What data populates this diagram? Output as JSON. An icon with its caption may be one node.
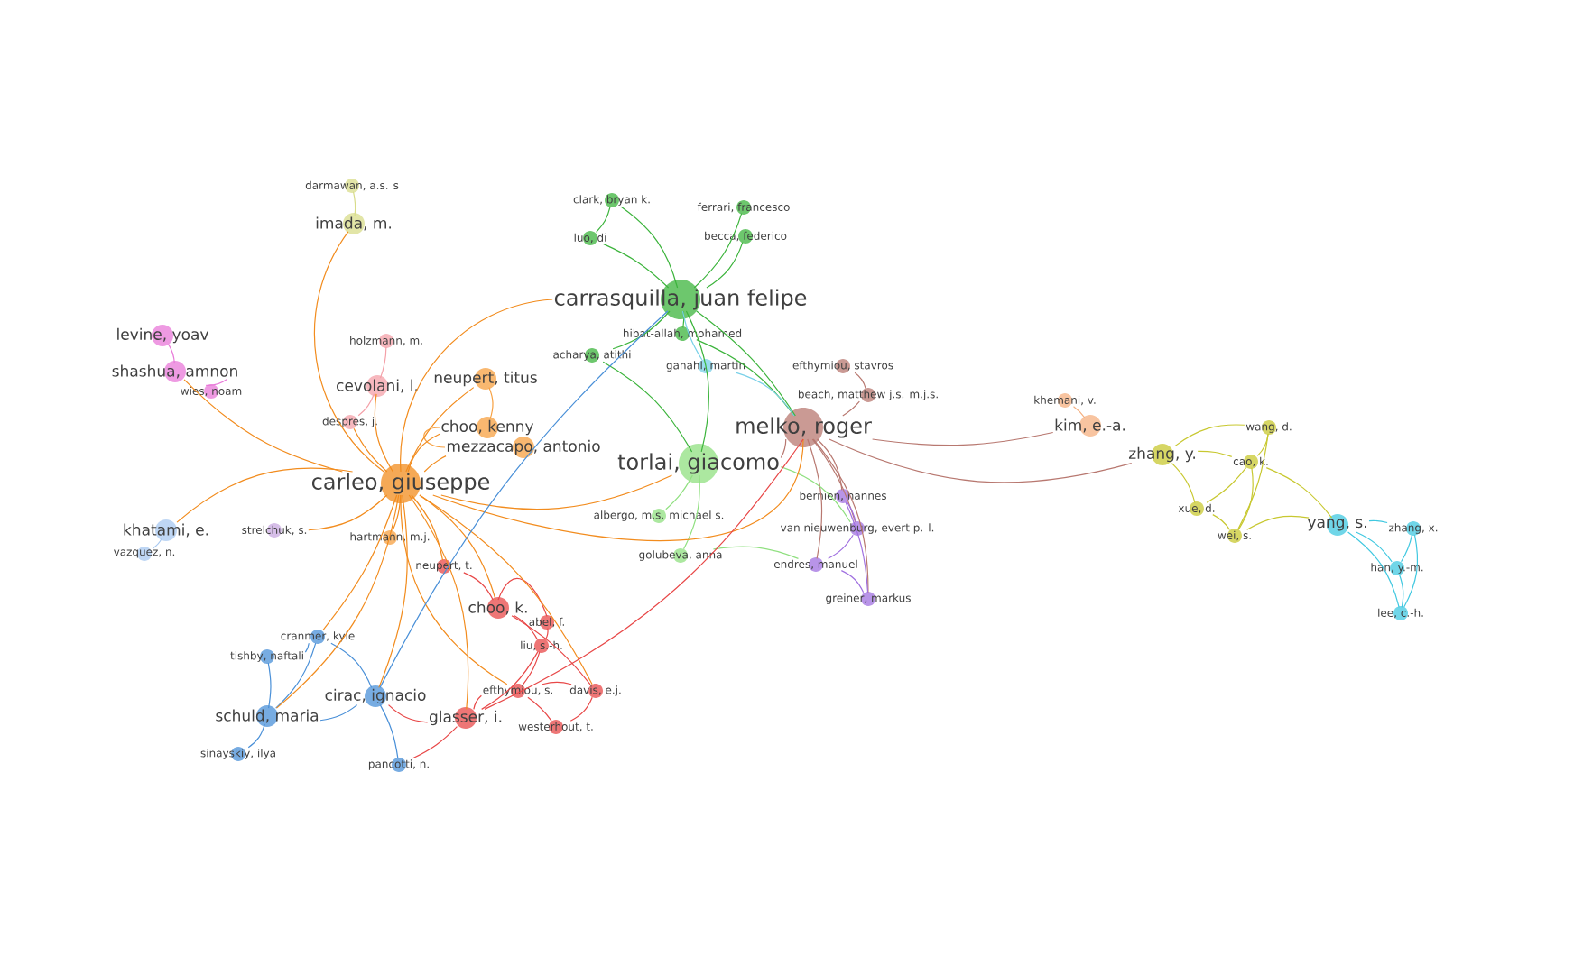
{
  "diagram": {
    "nodes": [
      {
        "text": [
          "darmawan, a.s. s"
        ]
      },
      {
        "text": [
          "imada, m."
        ]
      },
      {
        "text": [
          "levine, yoav"
        ]
      },
      {
        "text": [
          "shashua, amnon"
        ]
      },
      {
        "text": [
          "wies, noam"
        ]
      },
      {
        "text": [
          "holzmann, m."
        ]
      },
      {
        "text": [
          "cevolani, l."
        ]
      },
      {
        "text": [
          "despres, j."
        ]
      },
      {
        "text": [
          "neupert, titus"
        ]
      },
      {
        "text": [
          "choo, kenny"
        ]
      },
      {
        "text": [
          "mezzacapo, antonio"
        ]
      },
      {
        "text": [
          "carleo, giuseppe"
        ]
      },
      {
        "text": [
          "khatami, e."
        ]
      },
      {
        "text": [
          "vazquez, n."
        ]
      },
      {
        "text": [
          "strelchuk, s."
        ]
      },
      {
        "text": [
          "hartmann, m.j."
        ]
      },
      {
        "text": [
          "neupert, t."
        ]
      },
      {
        "text": [
          "choo, k."
        ]
      },
      {
        "text": [
          "abel, f."
        ]
      },
      {
        "text": [
          "liu, s.-h."
        ]
      },
      {
        "text": [
          "efthymiou, s."
        ]
      },
      {
        "text": [
          "davis, e.j."
        ]
      },
      {
        "text": [
          "westerhout, t."
        ]
      },
      {
        "text": [
          "glasser, i."
        ]
      },
      {
        "text": [
          "cranmer, kyle"
        ]
      },
      {
        "text": [
          "tishby, naftali"
        ]
      },
      {
        "text": [
          "cirac, ignacio"
        ]
      },
      {
        "text": [
          "schuld, maria"
        ]
      },
      {
        "text": [
          "sinayskiy, ilya"
        ]
      },
      {
        "text": [
          "pancotti, n."
        ]
      },
      {
        "text": [
          "clark, bryan k."
        ]
      },
      {
        "text": [
          "ferrari, francesco"
        ]
      },
      {
        "text": [
          "luo, di"
        ]
      },
      {
        "text": [
          "becca, federico"
        ]
      },
      {
        "text": [
          "carrasquilla, juan felipe"
        ]
      },
      {
        "text": [
          "hibat-allah, mohamed"
        ]
      },
      {
        "text": [
          "acharya, atithi"
        ]
      },
      {
        "text": [
          "ganahl, martin"
        ]
      },
      {
        "text": [
          "efthymiou, stavros"
        ]
      },
      {
        "text": [
          "beach, matthew j.s. m.j.s."
        ]
      },
      {
        "text": [
          "melko, roger"
        ]
      },
      {
        "text": [
          "torlai, giacomo"
        ]
      },
      {
        "text": [
          "albergo, m.s. michael s."
        ]
      },
      {
        "text": [
          "golubeva, anna"
        ]
      },
      {
        "text": [
          "bernien, hannes"
        ]
      },
      {
        "text": [
          "van nieuwenburg, evert p. l."
        ]
      },
      {
        "text": [
          "endres, manuel"
        ]
      },
      {
        "text": [
          "greiner, markus"
        ]
      },
      {
        "text": [
          "khemani, v."
        ]
      },
      {
        "text": [
          "kim, e.-a."
        ]
      },
      {
        "text": [
          "zhang, y."
        ]
      },
      {
        "text": [
          "wang, d."
        ]
      },
      {
        "text": [
          "cao, k."
        ]
      },
      {
        "text": [
          "xue, d."
        ]
      },
      {
        "text": [
          "wei, s."
        ]
      },
      {
        "text": [
          "yang, s."
        ]
      },
      {
        "text": [
          "zhang, x."
        ]
      },
      {
        "text": [
          "han, y.-m."
        ]
      },
      {
        "text": [
          "lee, c.-h."
        ]
      }
    ],
    "edges": [
      {
        "from": 0,
        "to": 1,
        "arrow": "none",
        "color": "#d8dc8a"
      },
      {
        "from": 2,
        "to": 3,
        "arrow": "none",
        "color": "#e878d8"
      },
      {
        "from": 3,
        "to": 4,
        "arrow": "none",
        "color": "#e878d8"
      },
      {
        "from": 5,
        "to": 6,
        "arrow": "none",
        "color": "#f4a0a8"
      },
      {
        "from": 6,
        "to": 7,
        "arrow": "none",
        "color": "#f4a0a8"
      },
      {
        "from": 8,
        "to": 9,
        "arrow": "none",
        "color": "#f7a040"
      },
      {
        "from": 9,
        "to": 10,
        "arrow": "none",
        "color": "#f7a040"
      },
      {
        "from": 12,
        "to": 13,
        "arrow": "none",
        "color": "#a8c8f0"
      },
      {
        "from": 16,
        "to": 17,
        "arrow": "none",
        "color": "#e84848"
      },
      {
        "from": 17,
        "to": 18,
        "arrow": "none",
        "color": "#e84848"
      },
      {
        "from": 17,
        "to": 19,
        "arrow": "none",
        "color": "#e84848"
      },
      {
        "from": 18,
        "to": 19,
        "arrow": "none",
        "color": "#e84848"
      },
      {
        "from": 19,
        "to": 20,
        "arrow": "none",
        "color": "#e84848"
      },
      {
        "from": 20,
        "to": 21,
        "arrow": "none",
        "color": "#e84848"
      },
      {
        "from": 21,
        "to": 22,
        "arrow": "none",
        "color": "#e84848"
      },
      {
        "from": 20,
        "to": 22,
        "arrow": "none",
        "color": "#e84848"
      },
      {
        "from": 19,
        "to": 23,
        "arrow": "none",
        "color": "#e84848"
      },
      {
        "from": 23,
        "to": 20,
        "arrow": "none",
        "color": "#e84848"
      },
      {
        "from": 17,
        "to": 21,
        "arrow": "none",
        "color": "#e84848"
      },
      {
        "from": 24,
        "to": 25,
        "arrow": "none",
        "color": "#4a90d8"
      },
      {
        "from": 24,
        "to": 26,
        "arrow": "none",
        "color": "#4a90d8"
      },
      {
        "from": 25,
        "to": 27,
        "arrow": "none",
        "color": "#4a90d8"
      },
      {
        "from": 26,
        "to": 27,
        "arrow": "none",
        "color": "#4a90d8"
      },
      {
        "from": 27,
        "to": 28,
        "arrow": "none",
        "color": "#4a90d8"
      },
      {
        "from": 26,
        "to": 29,
        "arrow": "none",
        "color": "#4a90d8"
      },
      {
        "from": 24,
        "to": 27,
        "arrow": "none",
        "color": "#4a90d8"
      },
      {
        "from": 23,
        "to": 26,
        "arrow": "none",
        "color": "#e84848"
      },
      {
        "from": 23,
        "to": 29,
        "arrow": "none",
        "color": "#e84848"
      },
      {
        "from": 30,
        "to": 32,
        "arrow": "none",
        "color": "#3cb43c"
      },
      {
        "from": 30,
        "to": 34,
        "arrow": "none",
        "color": "#3cb43c"
      },
      {
        "from": 32,
        "to": 34,
        "arrow": "none",
        "color": "#3cb43c"
      },
      {
        "from": 31,
        "to": 34,
        "arrow": "none",
        "color": "#3cb43c"
      },
      {
        "from": 33,
        "to": 34,
        "arrow": "none",
        "color": "#3cb43c"
      },
      {
        "from": 34,
        "to": 35,
        "arrow": "none",
        "color": "#3cb43c"
      },
      {
        "from": 34,
        "to": 36,
        "arrow": "none",
        "color": "#3cb43c"
      },
      {
        "from": 34,
        "to": 41,
        "arrow": "none",
        "color": "#3cb43c"
      },
      {
        "from": 34,
        "to": 40,
        "arrow": "none",
        "color": "#3cb43c"
      },
      {
        "from": 35,
        "to": 40,
        "arrow": "none",
        "color": "#3cb43c"
      },
      {
        "from": 37,
        "to": 40,
        "arrow": "none",
        "color": "#78d0e8"
      },
      {
        "from": 37,
        "to": 34,
        "arrow": "none",
        "color": "#78d0e8"
      },
      {
        "from": 36,
        "to": 41,
        "arrow": "none",
        "color": "#3cb43c"
      },
      {
        "from": 38,
        "to": 39,
        "arrow": "none",
        "color": "#b87870"
      },
      {
        "from": 39,
        "to": 40,
        "arrow": "none",
        "color": "#b87870"
      },
      {
        "from": 40,
        "to": 41,
        "arrow": "none",
        "color": "#b87870"
      },
      {
        "from": 40,
        "to": 44,
        "arrow": "none",
        "color": "#b87870"
      },
      {
        "from": 40,
        "to": 45,
        "arrow": "none",
        "color": "#b87870"
      },
      {
        "from": 40,
        "to": 46,
        "arrow": "none",
        "color": "#b87870"
      },
      {
        "from": 40,
        "to": 47,
        "arrow": "none",
        "color": "#b87870"
      },
      {
        "from": 41,
        "to": 42,
        "arrow": "none",
        "color": "#90e080"
      },
      {
        "from": 41,
        "to": 43,
        "arrow": "none",
        "color": "#90e080"
      },
      {
        "from": 41,
        "to": 45,
        "arrow": "none",
        "color": "#90e080"
      },
      {
        "from": 44,
        "to": 45,
        "arrow": "none",
        "color": "#a070e0"
      },
      {
        "from": 45,
        "to": 46,
        "arrow": "none",
        "color": "#a070e0"
      },
      {
        "from": 46,
        "to": 47,
        "arrow": "none",
        "color": "#a070e0"
      },
      {
        "from": 44,
        "to": 47,
        "arrow": "none",
        "color": "#a070e0"
      },
      {
        "from": 43,
        "to": 46,
        "arrow": "none",
        "color": "#90e080"
      },
      {
        "from": 40,
        "to": 49,
        "arrow": "none",
        "color": "#b87870"
      },
      {
        "from": 48,
        "to": 49,
        "arrow": "none",
        "color": "#f5b080"
      },
      {
        "from": 40,
        "to": 50,
        "arrow": "none",
        "color": "#b87870"
      },
      {
        "from": 50,
        "to": 51,
        "arrow": "none",
        "color": "#c8c830"
      },
      {
        "from": 50,
        "to": 52,
        "arrow": "none",
        "color": "#c8c830"
      },
      {
        "from": 50,
        "to": 53,
        "arrow": "none",
        "color": "#c8c830"
      },
      {
        "from": 51,
        "to": 52,
        "arrow": "none",
        "color": "#c8c830"
      },
      {
        "from": 52,
        "to": 53,
        "arrow": "none",
        "color": "#c8c830"
      },
      {
        "from": 53,
        "to": 54,
        "arrow": "none",
        "color": "#c8c830"
      },
      {
        "from": 52,
        "to": 54,
        "arrow": "none",
        "color": "#c8c830"
      },
      {
        "from": 51,
        "to": 54,
        "arrow": "none",
        "color": "#c8c830"
      },
      {
        "from": 52,
        "to": 55,
        "arrow": "none",
        "color": "#c8c830"
      },
      {
        "from": 54,
        "to": 55,
        "arrow": "none",
        "color": "#c8c830"
      },
      {
        "from": 55,
        "to": 56,
        "arrow": "none",
        "color": "#40c8e0"
      },
      {
        "from": 55,
        "to": 57,
        "arrow": "none",
        "color": "#40c8e0"
      },
      {
        "from": 55,
        "to": 58,
        "arrow": "none",
        "color": "#40c8e0"
      },
      {
        "from": 56,
        "to": 57,
        "arrow": "none",
        "color": "#40c8e0"
      },
      {
        "from": 57,
        "to": 58,
        "arrow": "none",
        "color": "#40c8e0"
      },
      {
        "from": 56,
        "to": 58,
        "arrow": "none",
        "color": "#40c8e0"
      },
      {
        "from": 11,
        "to": 1,
        "arrow": "none",
        "color": "#f28c1e"
      },
      {
        "from": 11,
        "to": 3,
        "arrow": "none",
        "color": "#f28c1e"
      },
      {
        "from": 11,
        "to": 6,
        "arrow": "none",
        "color": "#f28c1e"
      },
      {
        "from": 11,
        "to": 7,
        "arrow": "none",
        "color": "#f28c1e"
      },
      {
        "from": 11,
        "to": 8,
        "arrow": "none",
        "color": "#f28c1e"
      },
      {
        "from": 11,
        "to": 9,
        "arrow": "none",
        "color": "#f28c1e"
      },
      {
        "from": 11,
        "to": 10,
        "arrow": "none",
        "color": "#f28c1e"
      },
      {
        "from": 11,
        "to": 12,
        "arrow": "none",
        "color": "#f28c1e"
      },
      {
        "from": 11,
        "to": 14,
        "arrow": "none",
        "color": "#f28c1e"
      },
      {
        "from": 11,
        "to": 15,
        "arrow": "none",
        "color": "#f28c1e"
      },
      {
        "from": 11,
        "to": 16,
        "arrow": "none",
        "color": "#f28c1e"
      },
      {
        "from": 11,
        "to": 17,
        "arrow": "none",
        "color": "#f28c1e"
      },
      {
        "from": 11,
        "to": 20,
        "arrow": "none",
        "color": "#f28c1e"
      },
      {
        "from": 11,
        "to": 21,
        "arrow": "none",
        "color": "#f28c1e"
      },
      {
        "from": 11,
        "to": 23,
        "arrow": "none",
        "color": "#f28c1e"
      },
      {
        "from": 11,
        "to": 24,
        "arrow": "none",
        "color": "#f28c1e"
      },
      {
        "from": 11,
        "to": 26,
        "arrow": "none",
        "color": "#f28c1e"
      },
      {
        "from": 11,
        "to": 27,
        "arrow": "none",
        "color": "#f28c1e"
      },
      {
        "from": 11,
        "to": 34,
        "arrow": "none",
        "color": "#f28c1e"
      },
      {
        "from": 11,
        "to": 40,
        "arrow": "none",
        "color": "#f28c1e"
      },
      {
        "from": 11,
        "to": 41,
        "arrow": "none",
        "color": "#f28c1e"
      },
      {
        "from": 26,
        "to": 34,
        "arrow": "none",
        "color": "#4a90d8"
      },
      {
        "from": 23,
        "to": 40,
        "arrow": "none",
        "color": "#e84848"
      }
    ]
  }
}
